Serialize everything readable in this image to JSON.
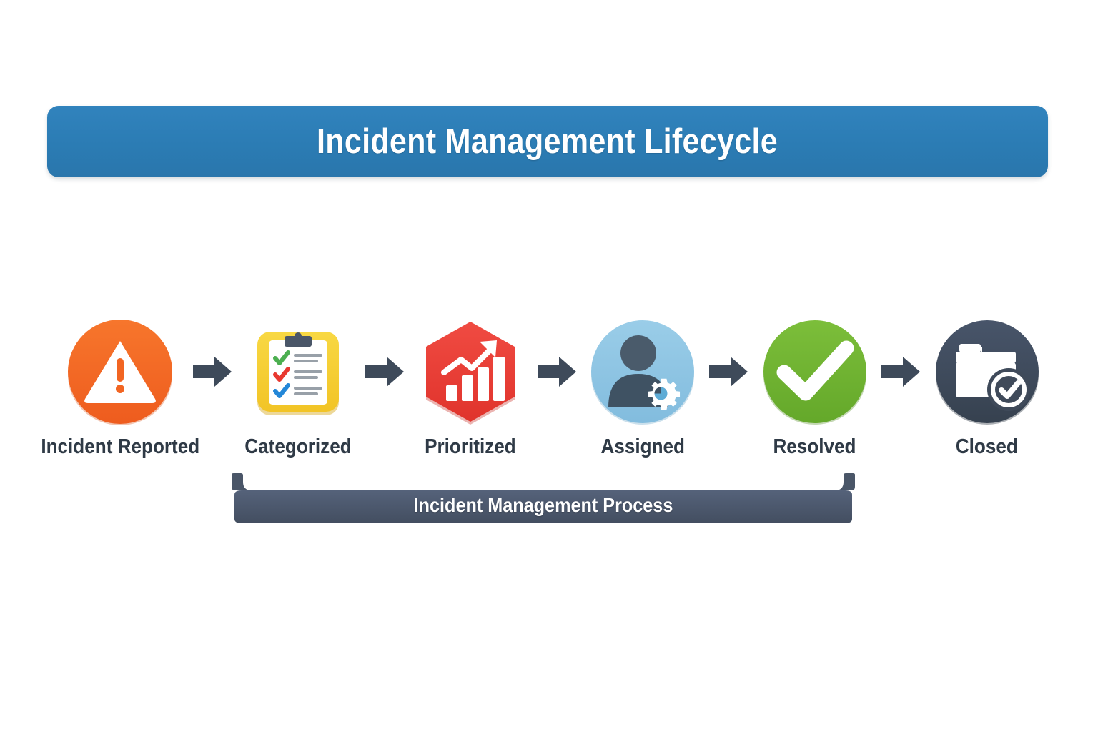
{
  "header": {
    "title": "Incident Management Lifecycle",
    "background_color": "#2E7EB8",
    "text_color": "#FFFFFF"
  },
  "flow": {
    "steps": [
      {
        "label": "Incident Reported",
        "icon": "warning-triangle-circle-icon",
        "shape": "circle",
        "color": "#F26522",
        "icon_color": "#FFFFFF"
      },
      {
        "label": "Categorized",
        "icon": "clipboard-checklist-icon",
        "shape": "rounded-square",
        "color": "#F5CE30",
        "icon_color": "#FFFFFF"
      },
      {
        "label": "Prioritized",
        "icon": "bar-chart-trend-up-icon",
        "shape": "hexagon",
        "color": "#EE3B36",
        "icon_color": "#FFFFFF"
      },
      {
        "label": "Assigned",
        "icon": "person-gear-icon",
        "shape": "circle",
        "color": "#8EC4E3",
        "icon_color": "#3F5263"
      },
      {
        "label": "Resolved",
        "icon": "check-mark-icon",
        "shape": "circle",
        "color": "#6CB22E",
        "icon_color": "#FFFFFF"
      },
      {
        "label": "Closed",
        "icon": "folder-check-icon",
        "shape": "circle",
        "color": "#3F4A5A",
        "icon_color": "#FFFFFF"
      }
    ],
    "arrow": {
      "icon": "arrow-right-icon",
      "color": "#3E4A5A",
      "count": 5
    },
    "checklist_check_colors": [
      "#4CAF50",
      "#E8382F",
      "#2387D8"
    ],
    "label_color": "#2F3A46"
  },
  "bracket": {
    "label": "Incident Management Process",
    "color": "#4A5668",
    "text_color": "#FFFFFF"
  }
}
